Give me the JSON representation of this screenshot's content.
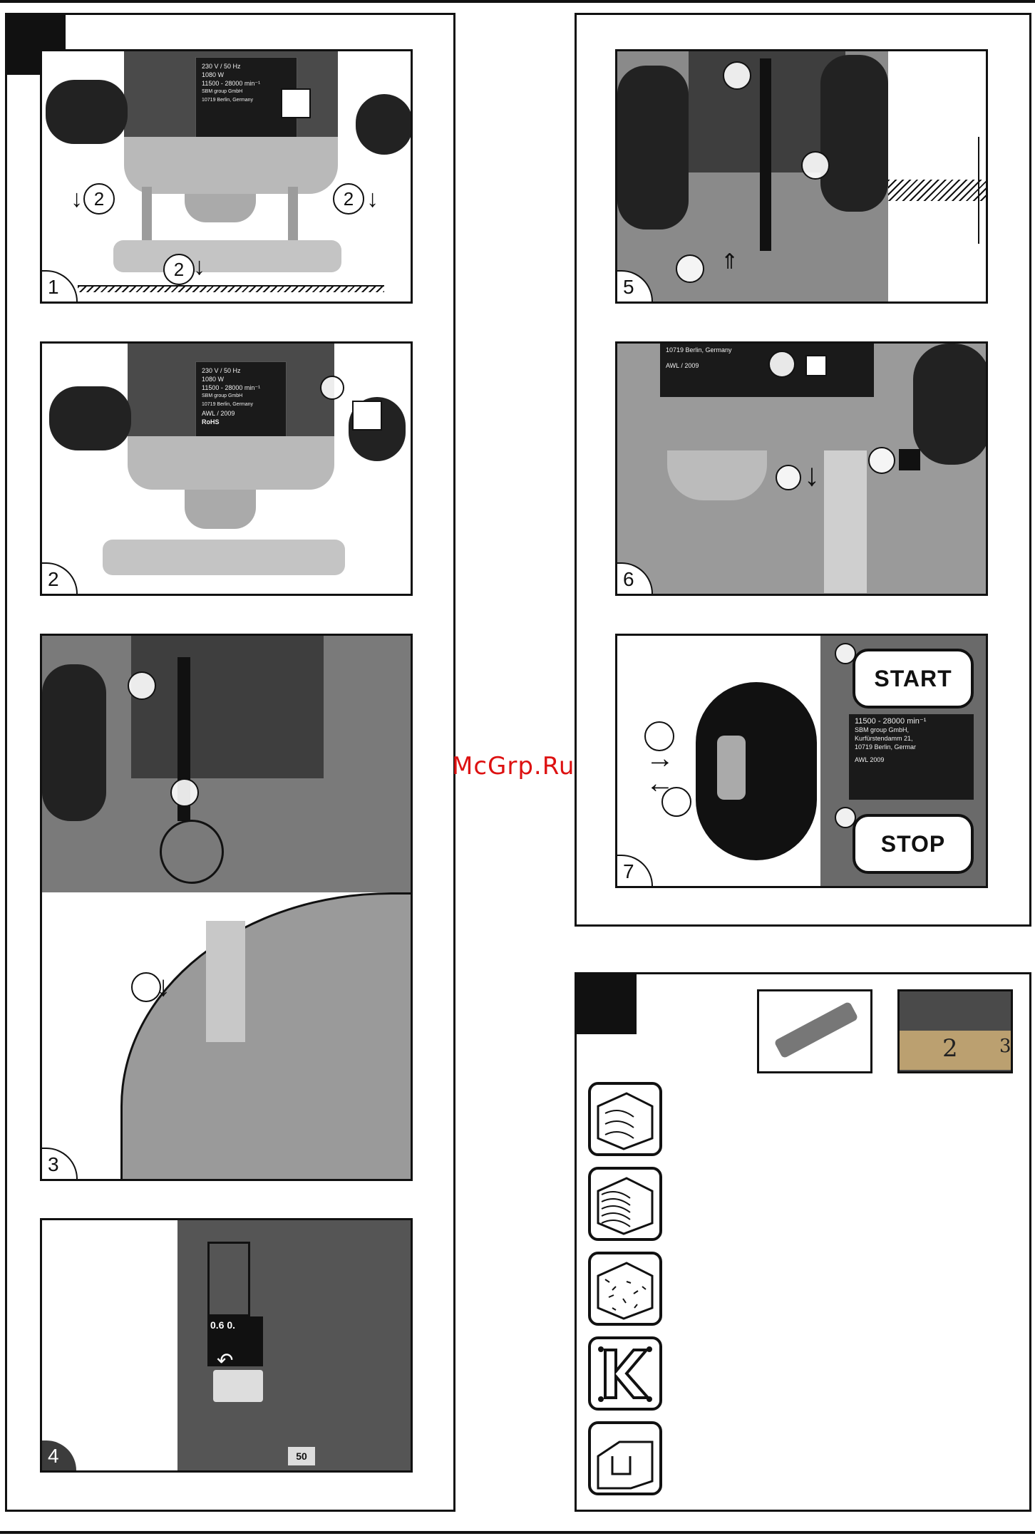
{
  "watermark": "McGrp.Ru",
  "plate": {
    "voltage": "230 V / 50 Hz",
    "power": "1080 W",
    "speed": "11500 - 28000 min⁻¹",
    "maker": "SBM group GmbH",
    "street": "Kurfürstendamm 21,",
    "city": "10719 Berlin, Germany",
    "model": "AWL",
    "year": "/ 2009",
    "rohs": "RoHS"
  },
  "panels": [
    {
      "num": "1"
    },
    {
      "num": "2"
    },
    {
      "num": "3"
    },
    {
      "num": "4"
    },
    {
      "num": "5"
    },
    {
      "num": "6"
    },
    {
      "num": "7"
    }
  ],
  "step_marks": {
    "two": "2"
  },
  "panel4": {
    "dial_value": "0.6",
    "dial_cut": "0.",
    "scale": "50"
  },
  "panel6": {
    "city_line": "10719 Berlin, Germany",
    "model": "AWL",
    "year": "/ 2009"
  },
  "panel7": {
    "start": "START",
    "stop": "STOP",
    "speed": "11500 - 28000 min⁻¹",
    "maker": "SBM group GmbH,",
    "street": "Kurfürstendamm 21,",
    "city": "10719 Berlin, Germar",
    "model": "AWL",
    "year": "2009"
  },
  "dial_photo": {
    "n1": "2",
    "n2": "3"
  },
  "icons": [
    "softwood-icon",
    "hardwood-icon",
    "chipboard-icon",
    "plastic-icon",
    "groove-icon"
  ]
}
